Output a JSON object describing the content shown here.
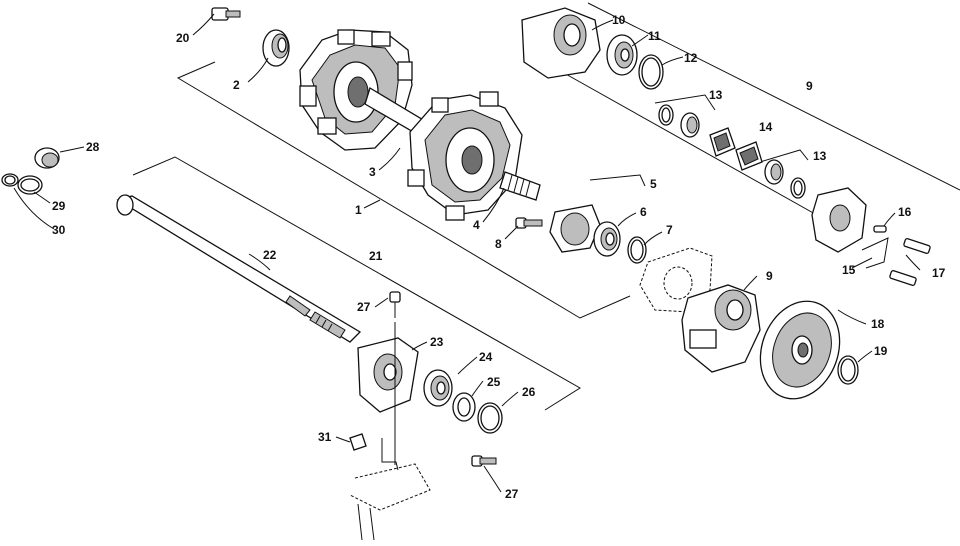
{
  "callouts": {
    "c1": "1",
    "c2": "2",
    "c3": "3",
    "c4": "4",
    "c5": "5",
    "c6": "6",
    "c7": "7",
    "c8": "8",
    "c9a": "9",
    "c9b": "9",
    "c10": "10",
    "c11": "11",
    "c12": "12",
    "c13a": "13",
    "c13b": "13",
    "c14": "14",
    "c15": "15",
    "c16": "16",
    "c17": "17",
    "c18": "18",
    "c19": "19",
    "c20": "20",
    "c21": "21",
    "c22": "22",
    "c23": "23",
    "c24": "24",
    "c25": "25",
    "c26": "26",
    "c27a": "27",
    "c27b": "27",
    "c28": "28",
    "c29": "29",
    "c30": "30",
    "c31": "31"
  }
}
